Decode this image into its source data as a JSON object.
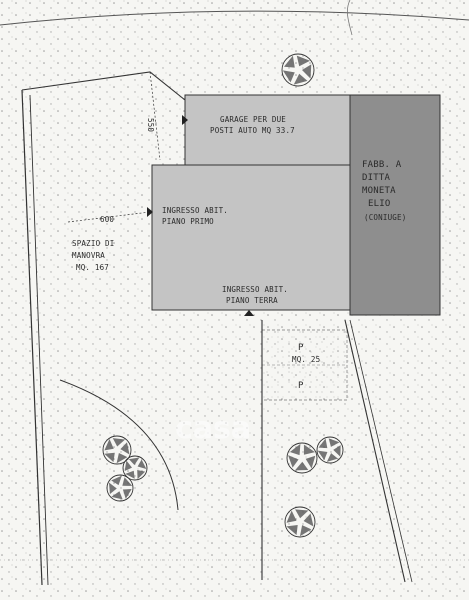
{
  "labels": {
    "garage": [
      "GARAGE PER DUE",
      "POSTI AUTO MQ 33.7"
    ],
    "fabb": [
      "FABB. A",
      "DITTA",
      "MONETA",
      "ELIO",
      "(CONIUGE)"
    ],
    "ingresso_primo": [
      "INGRESSO ABIT.",
      "PIANO PRIMO"
    ],
    "ingresso_terra": [
      "INGRESSO ABIT.",
      "PIANO TERRA"
    ],
    "spazio": [
      "SPAZIO DI",
      "MANOVRA",
      "MQ. 167"
    ],
    "parking": [
      "P",
      "MQ. 25",
      "P"
    ],
    "dims": [
      "600",
      "550"
    ]
  },
  "watermark": "casa",
  "colors": {
    "building_light": "#c4c4c4",
    "building_dark": "#8e8e8e",
    "line": "#333333",
    "dots": "#9a9a9a"
  }
}
